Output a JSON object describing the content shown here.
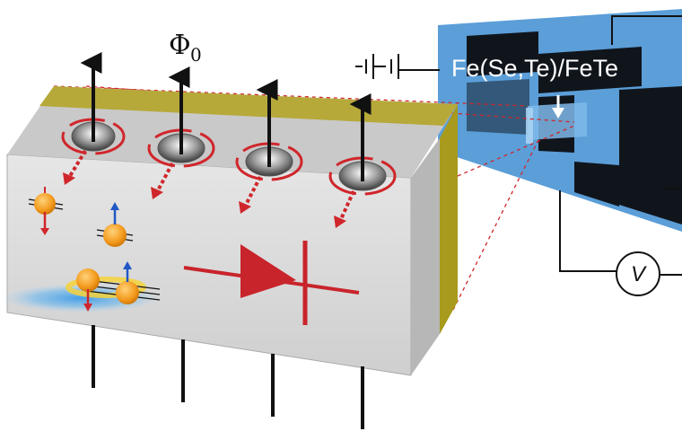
{
  "labels": {
    "flux_symbol": "Φ",
    "flux_subscript": "0",
    "material": "Fe(Se,Te)/FeTe",
    "voltmeter": "V"
  },
  "icons": {
    "battery": "battery-symbol-icon",
    "diode": "diode-symbol-icon",
    "voltmeter": "voltmeter-icon",
    "pointer": "down-arrow-icon"
  },
  "colors": {
    "device_front": "#d8d8d8",
    "device_top": "#c9c9c9",
    "device_side": "#b7b7b7",
    "top_electrode": "#a89a1c",
    "vortex_red": "#d0262b",
    "diode_red": "#c8242b",
    "chip_blue": "#5b9ed8",
    "chip_dark": "#10151c",
    "electron_orange": "#f5a623",
    "spin_blue": "#1f58c4"
  }
}
